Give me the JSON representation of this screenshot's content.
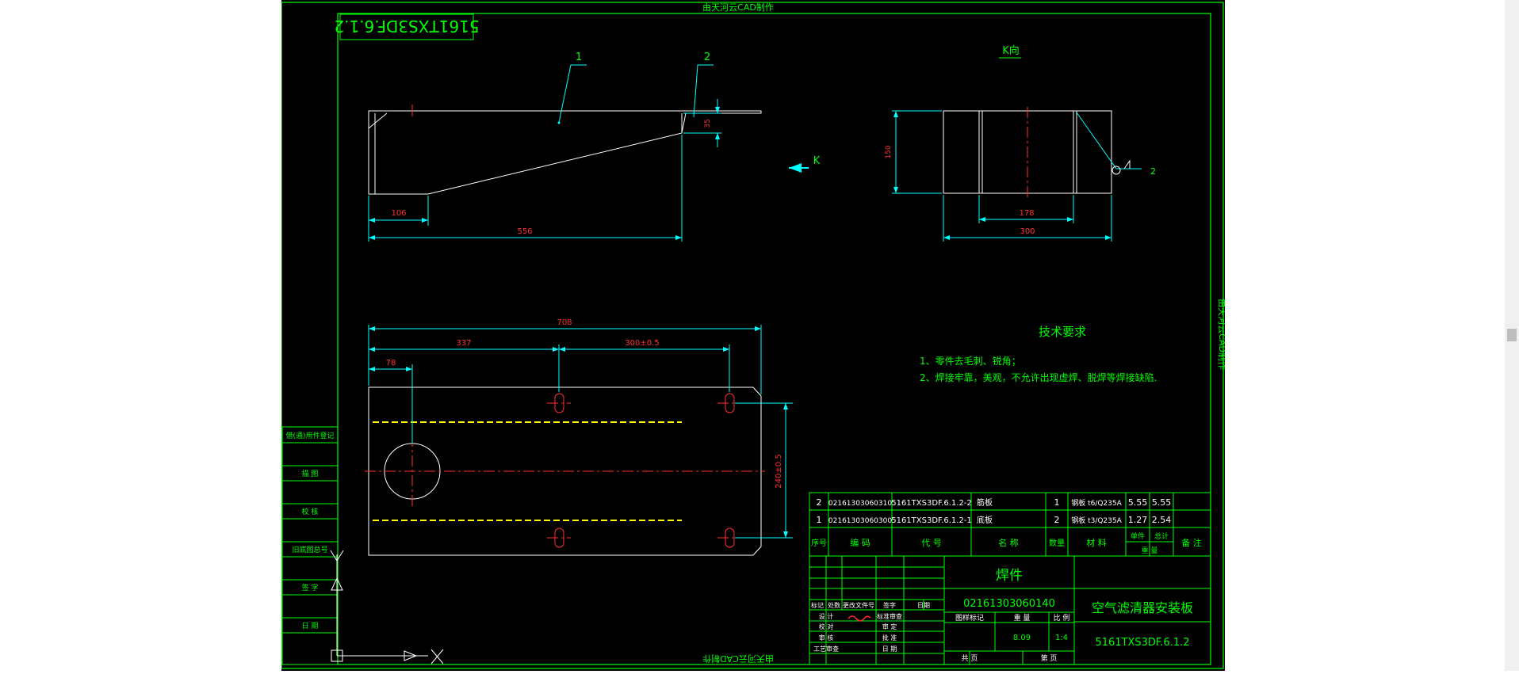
{
  "watermark": "由天河云CAD制作",
  "drawing_code_rotated": "5161TXS3DF.6.1.2",
  "view_label": "K向",
  "arrow_label": "K",
  "balloons": [
    "1",
    "2"
  ],
  "weld_symbol_num": "2",
  "dims": {
    "d35": "35",
    "d106": "106",
    "d556": "556",
    "d150": "150",
    "d178": "178",
    "d300": "300",
    "d708": "708",
    "d337": "337",
    "d300pm": "300±0.5",
    "d78": "78",
    "d240": "240±0.5"
  },
  "tech": {
    "title": "技术要求",
    "items": [
      "1、零件去毛刺、锐角；",
      "2、焊接牢靠，美观，不允许出现虚焊、脱焊等焊接缺陷."
    ]
  },
  "side_labels": [
    "借(通)用件登记",
    "描 图",
    "校 核",
    "旧底图总号",
    "签 字",
    "日 期"
  ],
  "bom": {
    "headers": [
      "序号",
      "编 码",
      "代 号",
      "名 称",
      "数量",
      "材 料",
      "单件",
      "总计",
      "备 注"
    ],
    "weight_header": "重 量",
    "rows": [
      [
        "2",
        "02161303060310",
        "5161TXS3DF.6.1.2-2",
        "筋板",
        "1",
        "钢板 t6/Q235A",
        "5.55",
        "5.55",
        ""
      ],
      [
        "1",
        "02161303060300",
        "5161TXS3DF.6.1.2-1",
        "底板",
        "2",
        "钢板 t3/Q235A",
        "1.27",
        "2.54",
        ""
      ]
    ]
  },
  "title_block": {
    "material": "焊件",
    "code": "02161303060140",
    "name": "空气滤清器安装板",
    "drawing_no": "5161TXS3DF.6.1.2",
    "stage_label": "图样标记",
    "weight_label": "重 量",
    "scale_label": "比 例",
    "weight": "8.09",
    "scale": "1:4",
    "sheets_total": "共 页",
    "sheet_no": "第 页",
    "rev_headers": [
      "标记",
      "处数",
      "更改文件号",
      "签字",
      "日期"
    ],
    "sign_rows": [
      "设 计",
      "校 对",
      "审 核",
      "工艺审查"
    ],
    "sign_rows_right": [
      "标准审查",
      "审 定",
      "批 准",
      "日 期"
    ],
    "designer_signature": "签名"
  },
  "colors": {
    "frame": "#00ff00",
    "outline": "#ffffff",
    "dim": "#00ffff",
    "center": "#ff3030",
    "text": "#00ff00",
    "hidden": "#ffff00"
  }
}
